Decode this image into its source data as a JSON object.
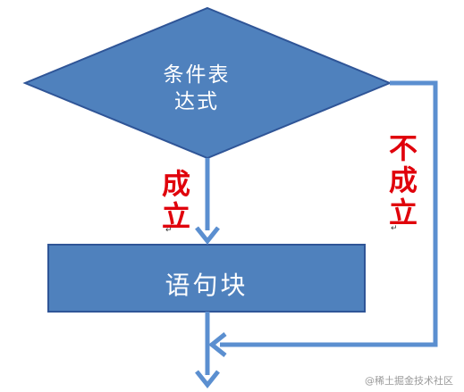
{
  "flowchart": {
    "condition": {
      "line1": "条件表",
      "line2": "达式"
    },
    "block": {
      "label": "语句块"
    },
    "edges": {
      "true_label": [
        "成",
        "立"
      ],
      "false_label": [
        "不",
        "成",
        "立"
      ]
    },
    "paragraph_mark": "↵"
  },
  "watermark": "@稀土掘金技术社区",
  "colors": {
    "shape_fill": "#4f81bd",
    "shape_border": "#2f5597",
    "connector": "#5b8fd0",
    "label": "#e0000b"
  }
}
